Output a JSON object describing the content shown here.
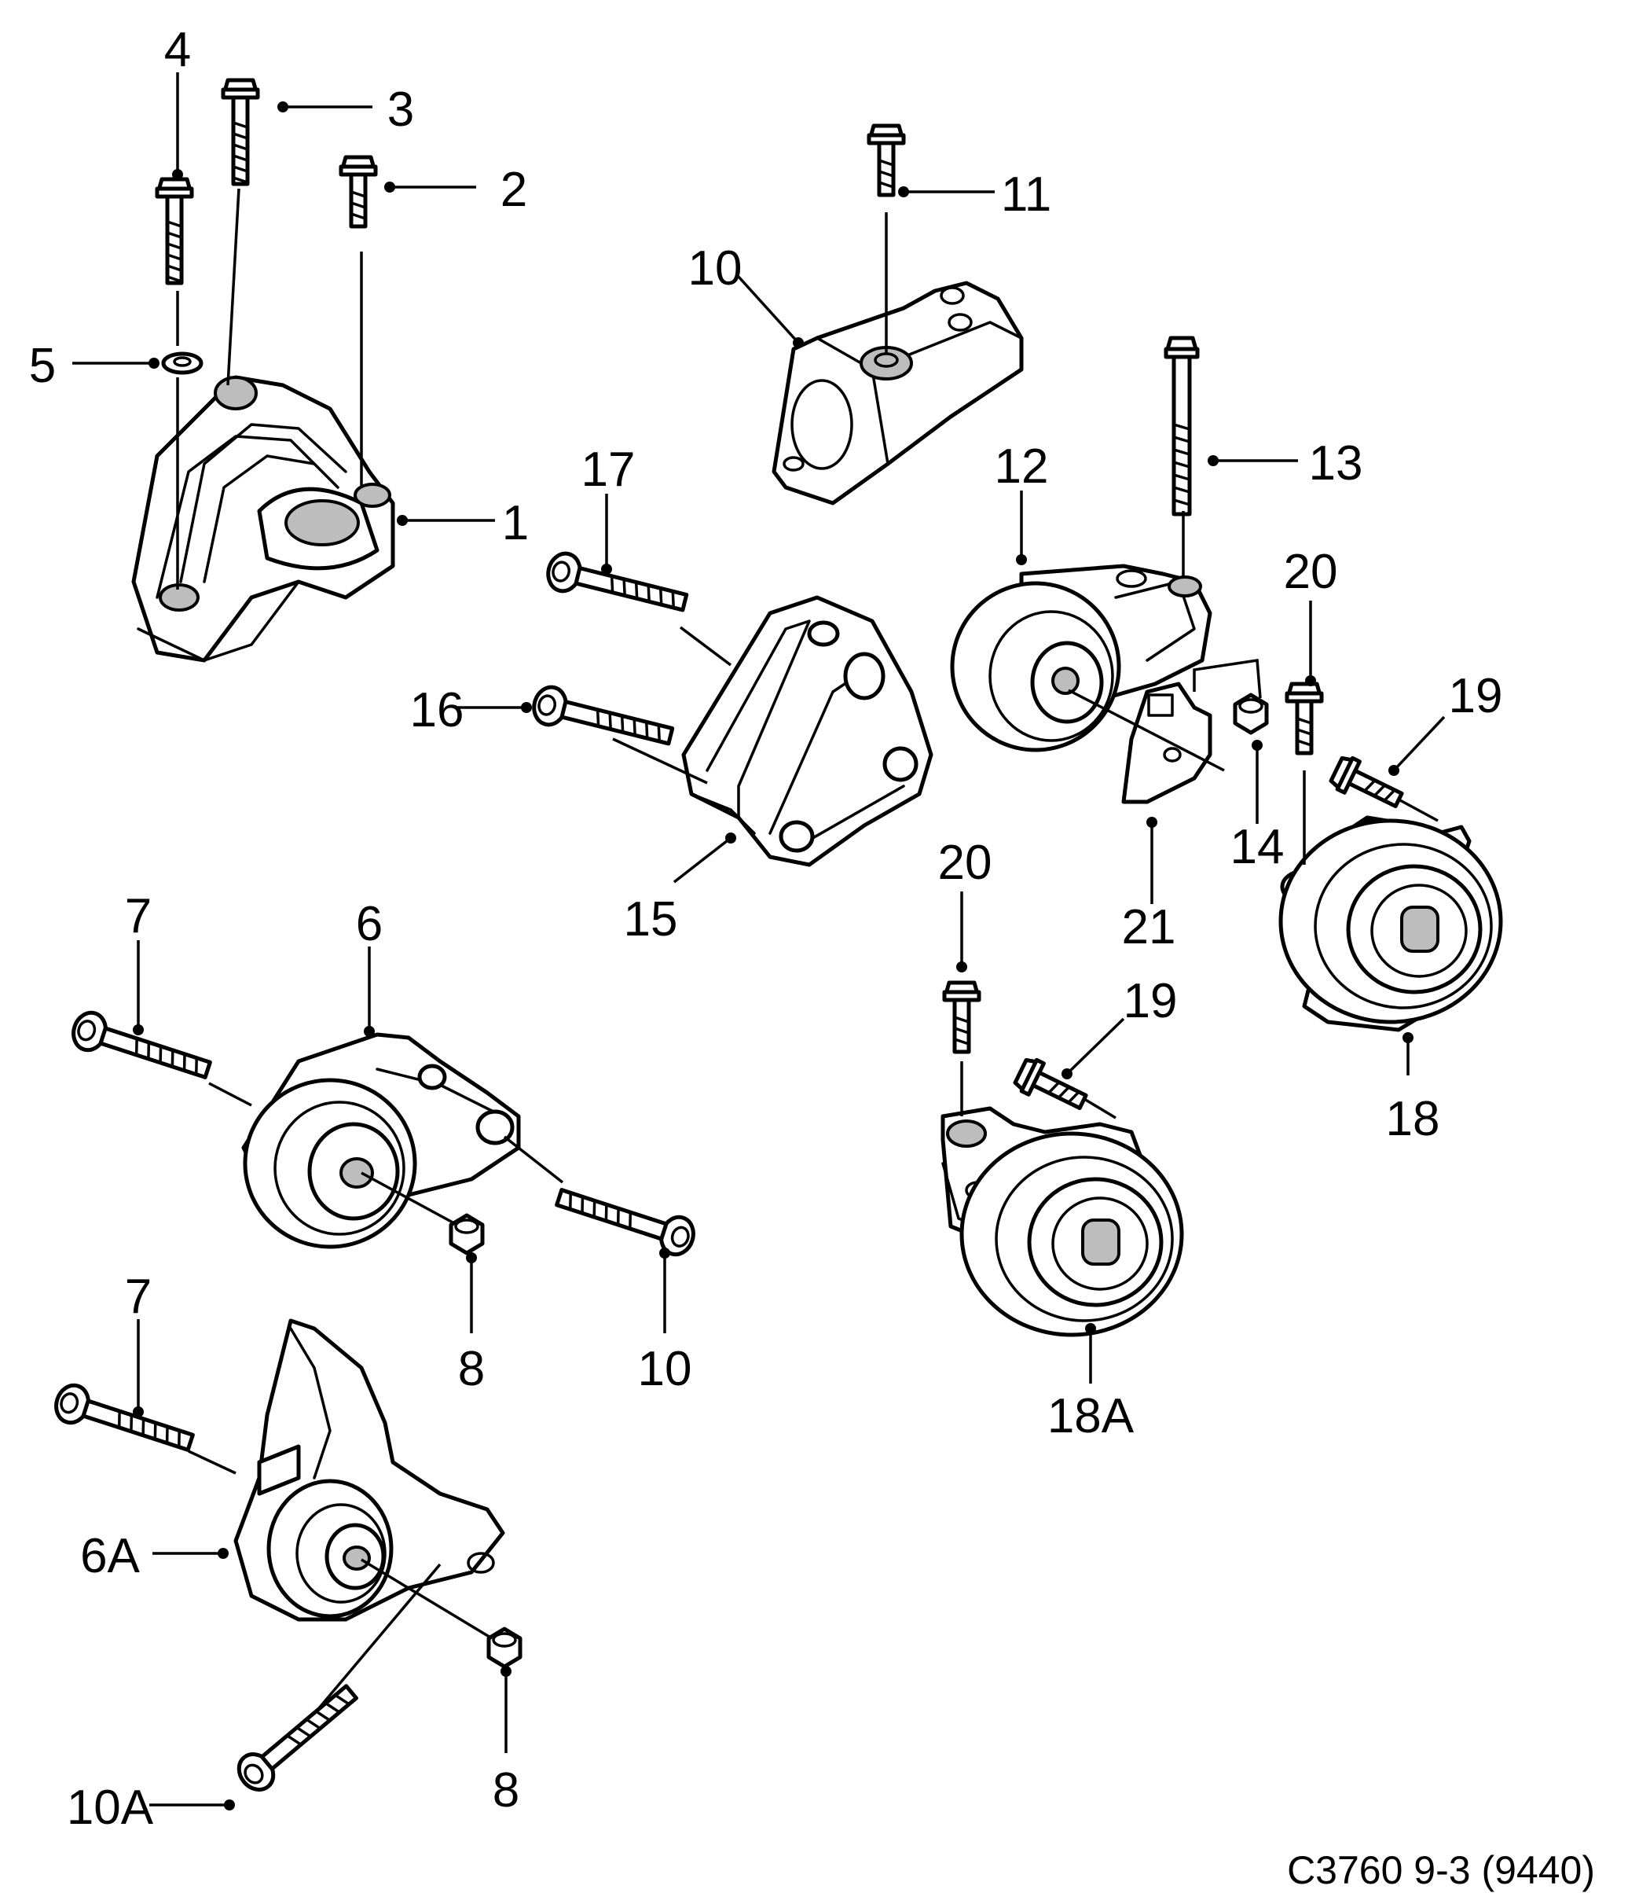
{
  "callouts": {
    "c1": "1",
    "c2": "2",
    "c3": "3",
    "c4": "4",
    "c5": "5",
    "c6": "6",
    "c6A": "6A",
    "c7a": "7",
    "c7b": "7",
    "c8a": "8",
    "c8b": "8",
    "c10a": "10",
    "c10b": "10",
    "c10A": "10A",
    "c11": "11",
    "c12": "12",
    "c13": "13",
    "c14": "14",
    "c15": "15",
    "c16": "16",
    "c17": "17",
    "c18": "18",
    "c18A": "18A",
    "c19a": "19",
    "c19b": "19",
    "c20a": "20",
    "c20b": "20",
    "c21": "21"
  },
  "reference": "C3760 9-3 (9440)"
}
